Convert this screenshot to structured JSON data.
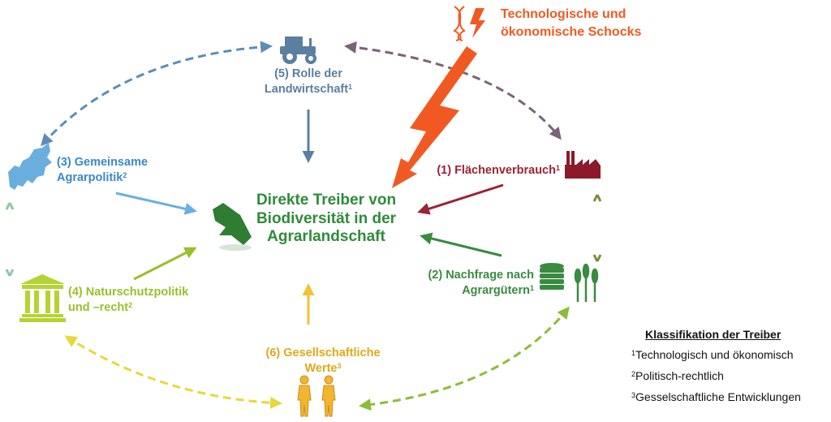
{
  "shock": {
    "line1": "Technologische und",
    "line2": "ökonomische Schocks",
    "color": "#f05a22"
  },
  "center": {
    "line1": "Direkte Treiber von",
    "line2": "Biodiversität in der",
    "line3": "Agrarlandschaft",
    "color": "#2e8b3a"
  },
  "drivers": {
    "d1": {
      "label": "(1) Flächenverbrauch",
      "sup": "1",
      "color": "#9b2335",
      "icon": "factory-icon"
    },
    "d2": {
      "line1": "(2) Nachfrage nach",
      "line2": "Agrargütern",
      "sup": "1",
      "color": "#3a8a40",
      "icon": "coins-wheat-icon"
    },
    "d3": {
      "line1": "(3) Gemeinsame",
      "line2": "Agrarpolitik",
      "sup": "2",
      "color": "#3a88c8",
      "icon": "europe-map-icon"
    },
    "d4": {
      "line1": "(4) Naturschutzpolitik",
      "line2": "und –recht",
      "sup": "2",
      "color": "#9abf2a",
      "icon": "temple-icon"
    },
    "d5": {
      "line1": "(5) Rolle der",
      "line2": "Landwirtschaft",
      "sup": "1",
      "color": "#5a7fa0",
      "icon": "tractor-icon"
    },
    "d6": {
      "line1": "(6) Gesellschaftliche",
      "line2": "Werte",
      "sup": "3",
      "color": "#e0a81a",
      "icon": "people-icon"
    }
  },
  "legend": {
    "title": "Klassifikation der Treiber",
    "items": [
      {
        "sup": "1",
        "text": "Technologisch und ökonomisch"
      },
      {
        "sup": "2",
        "text": "Politisch-rechtlich"
      },
      {
        "sup": "3",
        "text": "Gesselschaftliche Entwicklungen"
      }
    ]
  }
}
